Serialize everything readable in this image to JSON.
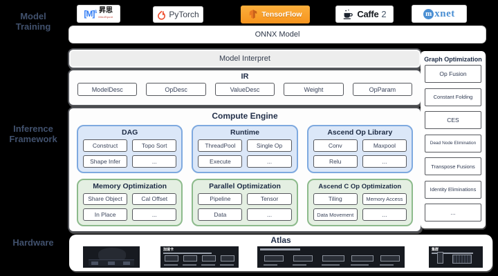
{
  "side_labels": {
    "training_line1": "Model",
    "training_line2": "Training",
    "inference_line1": "Inference",
    "inference_line2": "Framework",
    "hardware": "Hardware"
  },
  "logos": {
    "mindspore": {
      "mark": "[M]",
      "sup": "S",
      "name_cn": "昇思",
      "name_en": "MindSpore"
    },
    "pytorch": {
      "label": "PyTorch"
    },
    "tensorflow": {
      "label": "TensorFlow"
    },
    "caffe2": {
      "label_bold": "Caffe",
      "label_num": "2"
    },
    "mxnet": {
      "circle_letter": "m",
      "rest": "xnet"
    }
  },
  "onnx_bar": {
    "label": "ONNX Model"
  },
  "model_interpret": {
    "label": "Model Interpret"
  },
  "ir": {
    "title": "IR",
    "items": [
      "ModelDesc",
      "OpDesc",
      "ValueDesc",
      "Weight",
      "OpParam"
    ]
  },
  "compute_engine": {
    "title": "Compute Engine",
    "blue_groups": [
      {
        "title": "DAG",
        "items": [
          "Construct",
          "Topo Sort",
          "Shape Infer",
          "..."
        ]
      },
      {
        "title": "Runtime",
        "items": [
          "ThreadPool",
          "Single Op",
          "Execute",
          "..."
        ]
      },
      {
        "title": "Ascend Op Library",
        "items": [
          "Conv",
          "Maxpool",
          "Relu",
          "..."
        ]
      }
    ],
    "green_groups": [
      {
        "title": "Memory Optimization",
        "items": [
          "Share Object",
          "Cal Offset",
          "In Place",
          "..."
        ]
      },
      {
        "title": "Parallel Optimization",
        "items": [
          "Pipeline",
          "Tensor",
          "Data",
          "..."
        ]
      },
      {
        "title": "Ascend C Op Optimization",
        "items": [
          "Tiling",
          "Memory Access",
          "Data Movement",
          "..."
        ]
      }
    ]
  },
  "graph_optimization": {
    "title": "Graph Optimization",
    "items": [
      "Op Fusion",
      "Constant Folding",
      "CES",
      "Dead Node Elimination",
      "Transpose Fusions",
      "Identity Eliminations",
      "..."
    ]
  },
  "hardware_bar": {
    "title": "Atlas",
    "panels": [
      {
        "label": ""
      },
      {
        "label": "加速卡"
      },
      {
        "label": ""
      },
      {
        "label": "集群"
      }
    ]
  },
  "colors": {
    "background": "#000000",
    "side_label_text": "#41516d",
    "pytorch_orange": "#ee4c2c",
    "tensorflow_orange": "#f7941e",
    "mxnet_blue": "#4a8fd3",
    "mindspore_blue": "#2f7bf5",
    "blue_group_fill": "#dbe7f8",
    "blue_group_border": "#7ea9df",
    "green_group_fill": "#e4efe2",
    "green_group_border": "#8cba8b"
  }
}
